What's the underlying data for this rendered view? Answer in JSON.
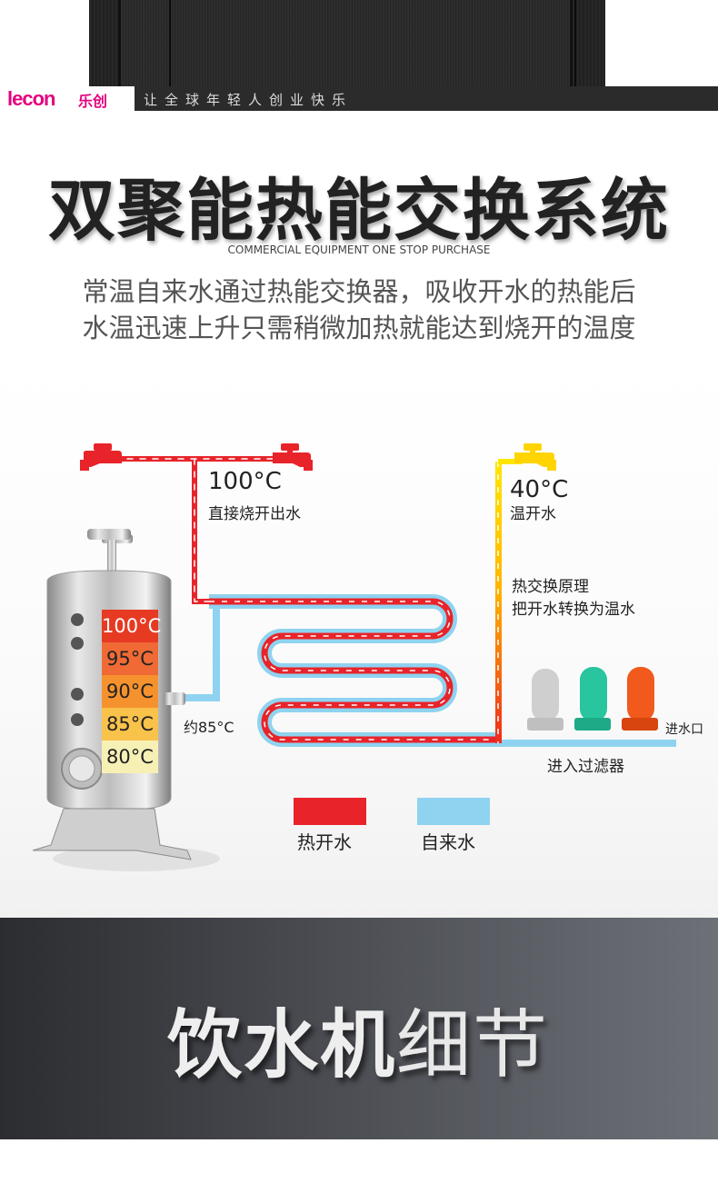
{
  "brand": {
    "logo": "lecon",
    "logo_cn": "乐创",
    "slogan": "让全球年轻人创业快乐"
  },
  "headline": "双聚能热能交换系统",
  "subtitle_en": "COMMERCIAL EQUIPMENT ONE STOP PURCHASE",
  "description": {
    "line1": "常温自来水通过热能交换器，吸收开水的热能后",
    "line2": "水温迅速上升只需稍微加热就能达到烧开的温度"
  },
  "diagram": {
    "boiling_temp": "100°C",
    "boiling_label": "直接烧开出水",
    "warm_temp": "40°C",
    "warm_label": "温开水",
    "principle_title": "热交换原理",
    "principle_desc": "把开水转换为温水",
    "approx_temp": "约85°C",
    "inlet_label": "进水口",
    "filter_label": "进入过滤器",
    "tank_temps": [
      "100°C",
      "95°C",
      "90°C",
      "85°C",
      "80°C"
    ],
    "legend": {
      "hot": "热开水",
      "tap": "自来水"
    },
    "colors": {
      "hot": "#e8242a",
      "tap": "#8fd3f0",
      "warm": "#ffd400"
    }
  },
  "details_title": {
    "bold": "饮水机",
    "thin": "细节"
  }
}
